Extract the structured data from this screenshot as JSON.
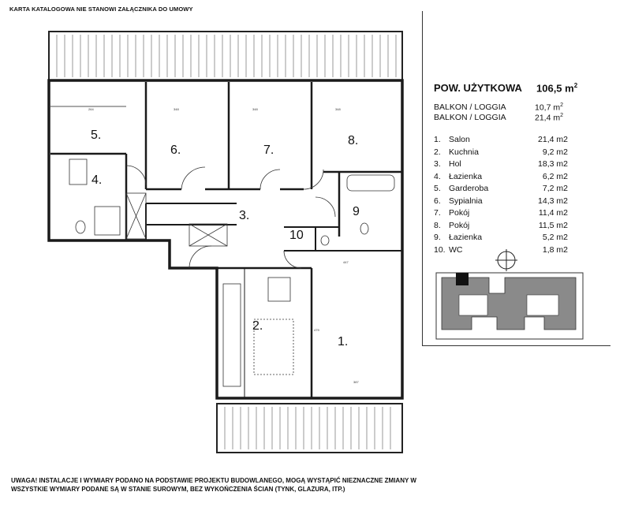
{
  "header": {
    "note": "KARTA KATALOGOWA NIE STANOWI ZAŁĄCZNIKA DO UMOWY"
  },
  "summary": {
    "title": "POW. UŻYTKOWA",
    "total": "106,5 m",
    "total_sup": "2",
    "balconies": [
      {
        "label": "BALKON / LOGGIA",
        "value": "10,7 m",
        "sup": "2"
      },
      {
        "label": "BALKON / LOGGIA",
        "value": "21,4 m",
        "sup": "2"
      }
    ]
  },
  "rooms": [
    {
      "num": "1.",
      "name": "Salon",
      "area": "21,4 m2",
      "plan_label": "1."
    },
    {
      "num": "2.",
      "name": "Kuchnia",
      "area": "9,2 m2",
      "plan_label": "2."
    },
    {
      "num": "3.",
      "name": "Hol",
      "area": "18,3 m2",
      "plan_label": "3."
    },
    {
      "num": "4.",
      "name": "Łazienka",
      "area": "6,2 m2",
      "plan_label": "4."
    },
    {
      "num": "5.",
      "name": "Garderoba",
      "area": "7,2 m2",
      "plan_label": "5."
    },
    {
      "num": "6.",
      "name": "Sypialnia",
      "area": "14,3 m2",
      "plan_label": "6."
    },
    {
      "num": "7.",
      "name": "Pokój",
      "area": "11,4 m2",
      "plan_label": "7."
    },
    {
      "num": "8.",
      "name": "Pokój",
      "area": "11,5 m2",
      "plan_label": "8."
    },
    {
      "num": "9.",
      "name": "Łazienka",
      "area": "5,2 m2",
      "plan_label": "9"
    },
    {
      "num": "10.",
      "name": "WC",
      "area": "1,8 m2",
      "plan_label": "10"
    }
  ],
  "footer": {
    "line1": "UWAGA! INSTALACJE I WYMIARY PODANO NA PODSTAWIE PROJEKTU BUDOWLANEGO, MOGĄ WYSTĄPIĆ NIEZNACZNE ZMIANY W",
    "line2": "WSZYSTKIE WYMIARY PODANE SĄ W STANIE SUROWYM, BEZ WYKOŃCZENIA ŚCIAN (TYNK, GLAZURA, ITP.)"
  },
  "dimensions": [
    "264",
    "348",
    "348",
    "348",
    "447",
    "387",
    "479"
  ],
  "colors": {
    "ink": "#111111",
    "wall": "#1a1a1a",
    "key_plan_fill": "#8a8a8a",
    "highlight": "#111111"
  }
}
